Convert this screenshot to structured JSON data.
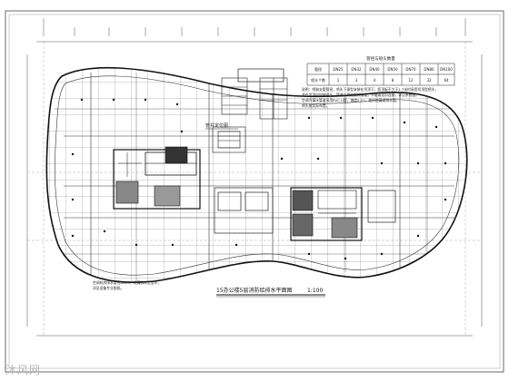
{
  "drawing": {
    "title": "15办公楼5层消防给排水平面图",
    "scale": "1:100",
    "shaft_label": "管井定位图",
    "table_title": "管径与喷头数量",
    "table_header": [
      "管径",
      "DN25",
      "DN32",
      "DN40",
      "DN50",
      "DN70",
      "DN80",
      "DN100"
    ],
    "table_row": [
      "喷头个数",
      "1",
      "3",
      "4",
      "8",
      "12",
      "32",
      "64"
    ],
    "notes": [
      "说明：喷淋支管管径，喷头下垂型安装在吊顶下，距顶板不大于1.7米时采用吊顶型喷头，",
      "    并在吊顶内加装喷头，管道采用热镀锌钢管，卡箍或丝扣连接，详见系统图。",
      "    空调冷凝水管道采用PVC-U管，坡度0.01，坡向地漏或排水管。",
      "    喷头按实际布置。"
    ],
    "bottom_note_1": "空调机房排水管径DN50，地漏排水至室外，",
    "bottom_note_2": "详见设备专业图纸。"
  },
  "watermark": "沐风网"
}
